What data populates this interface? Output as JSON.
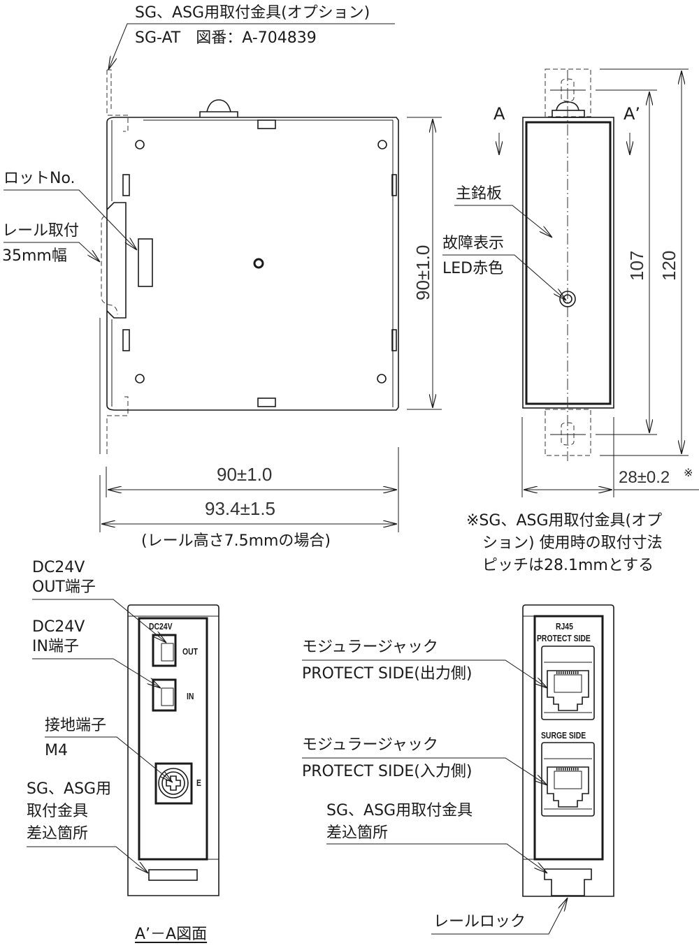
{
  "top_view": {
    "bracket_callout": {
      "line1": "SG、ASG用取付金具(オプション)",
      "line2": "SG-AT　図番：A-704839"
    },
    "lot_no_label": "ロットNo.",
    "rail_label": {
      "line1": "レール取付",
      "line2": "35mm幅"
    },
    "dim_height": "90±1.0",
    "dim_width_body": "90±1.0",
    "dim_width_total": "93.4±1.5",
    "rail_note": "(レール高さ7.5mmの場合)"
  },
  "side_view": {
    "section_a": "A",
    "section_a_prime": "A’",
    "nameplate_label": "主銘板",
    "led_label": {
      "line1": "故障表示",
      "line2": "LED赤色"
    },
    "dim_107": "107",
    "dim_120": "120",
    "dim_depth": "28±0.2",
    "dim_depth_mark": "※",
    "footnote": {
      "line1": "※SG、ASG用取付金具(オプ",
      "line2": "ション) 使用時の取付寸法",
      "line3": "ピッチは28.1mmとする"
    }
  },
  "front_view_left": {
    "out_label": {
      "line1": "DC24V",
      "line2": "OUT端子"
    },
    "in_label": {
      "line1": "DC24V",
      "line2": "IN端子"
    },
    "ground_label": {
      "line1": "接地端子",
      "line2": "M4"
    },
    "bracket_slot_label": {
      "line1": "SG、ASG用",
      "line2": "取付金具",
      "line3": "差込箇所"
    },
    "panel_text": {
      "dc24v": "DC24V",
      "out": "OUT",
      "in": "IN",
      "e": "E"
    },
    "caption": "A’－A図面"
  },
  "front_view_right": {
    "jack_protect_label": {
      "line1": "モジュラージャック",
      "line2": "PROTECT SIDE(出力側)"
    },
    "jack_surge_label": {
      "line1": "モジュラージャック",
      "line2": "PROTECT SIDE(入力側)"
    },
    "bracket_slot_label": {
      "line1": "SG、ASG用取付金具",
      "line2": "差込箇所"
    },
    "rail_lock_label": "レールロック",
    "panel_text": {
      "rj45": "RJ45",
      "protect_side": "PROTECT SIDE",
      "surge_side": "SURGE SIDE"
    }
  }
}
